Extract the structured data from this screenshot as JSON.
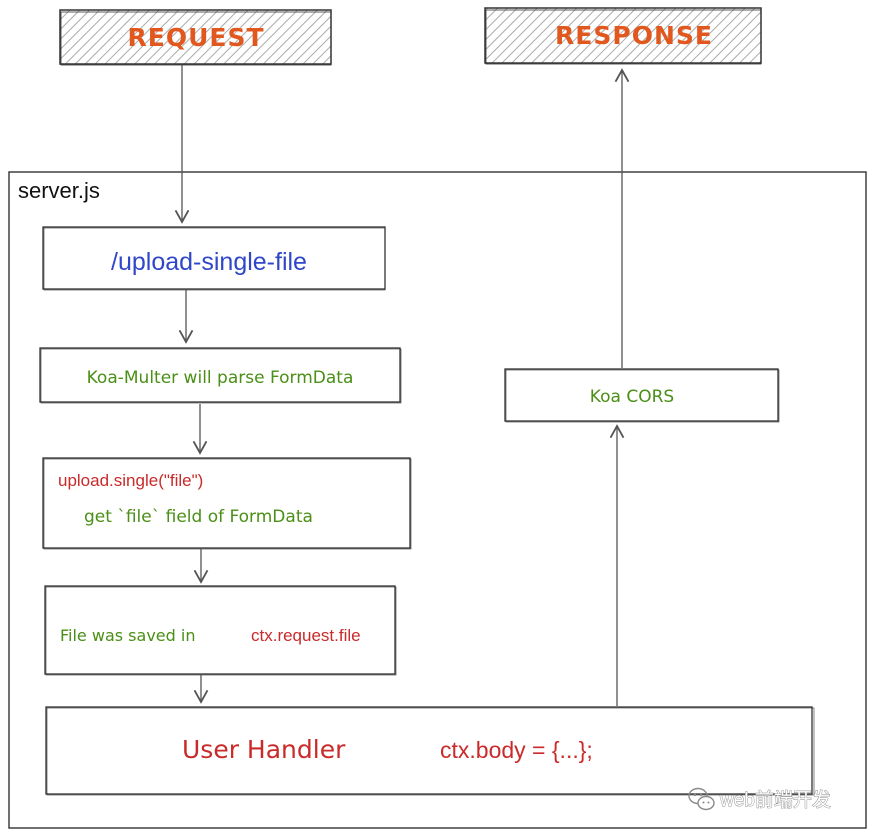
{
  "request": {
    "label": "REQUEST"
  },
  "response": {
    "label": "RESPONSE"
  },
  "server": {
    "title": "server.js"
  },
  "route": {
    "label": "/upload-single-file"
  },
  "koa_multer": {
    "label": "Koa-Multer will parse FormData"
  },
  "upload_single": {
    "code": "upload.single(\"file\")",
    "description": "get `file` field of FormData"
  },
  "file_saved": {
    "text": "File was saved in",
    "code": "ctx.request.file"
  },
  "user_handler": {
    "label": "User Handler",
    "code": "ctx.body = {...};"
  },
  "koa_cors": {
    "label": "Koa CORS"
  },
  "watermark": {
    "text": "web前端开发"
  },
  "colors": {
    "title_orange": "#e2571e",
    "green": "#4a8f16",
    "red": "#c92a2a",
    "blue": "#2f47c8",
    "stroke": "#333333",
    "hatch": "#aaaaaa",
    "arrow": "#555555"
  }
}
